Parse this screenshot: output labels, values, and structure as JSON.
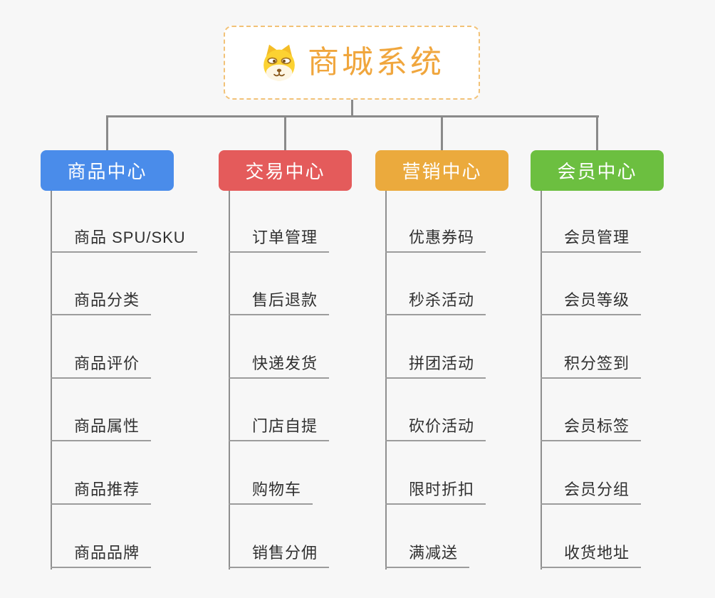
{
  "root": {
    "title": "商城系统",
    "icon": "doge-icon",
    "title_color": "#f0a63d",
    "border_color": "#f2c277"
  },
  "branches": [
    {
      "id": "product-center",
      "label": "商品中心",
      "color": "#4a8cea",
      "items": [
        "商品 SPU/SKU",
        "商品分类",
        "商品评价",
        "商品属性",
        "商品推荐",
        "商品品牌"
      ]
    },
    {
      "id": "trade-center",
      "label": "交易中心",
      "color": "#e45b5b",
      "items": [
        "订单管理",
        "售后退款",
        "快递发货",
        "门店自提",
        "购物车",
        "销售分佣"
      ]
    },
    {
      "id": "marketing-center",
      "label": "营销中心",
      "color": "#ebaa3d",
      "items": [
        "优惠券码",
        "秒杀活动",
        "拼团活动",
        "砍价活动",
        "限时折扣",
        "满减送"
      ]
    },
    {
      "id": "member-center",
      "label": "会员中心",
      "color": "#6cbf40",
      "items": [
        "会员管理",
        "会员等级",
        "积分签到",
        "会员标签",
        "会员分组",
        "收货地址"
      ]
    }
  ],
  "colors": {
    "background": "#f7f7f7",
    "connector": "#8a8a8a",
    "leaf_text": "#303030",
    "leaf_underline": "#9c9c9c"
  }
}
